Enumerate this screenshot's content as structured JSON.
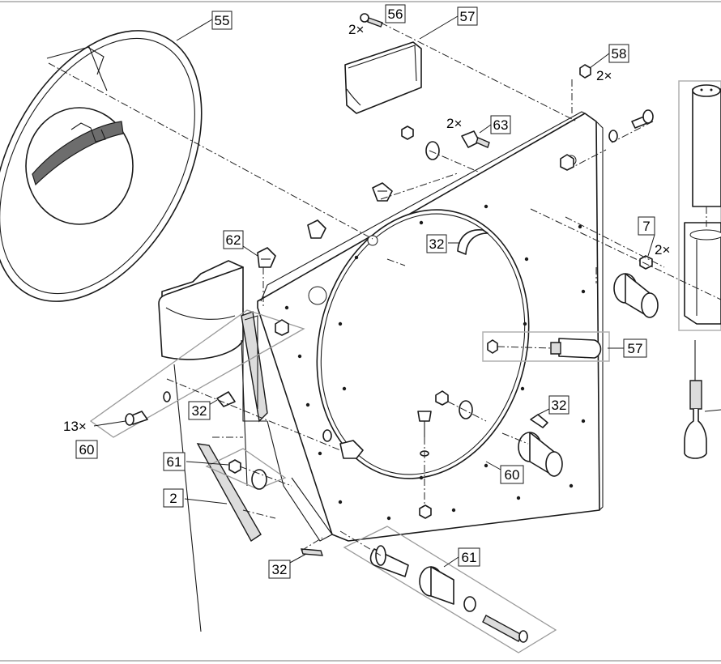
{
  "callouts": {
    "c55": "55",
    "c56": "56",
    "c57a": "57",
    "c58": "58",
    "c63": "63",
    "c7": "7",
    "c62": "62",
    "c32a": "32",
    "c57b": "57",
    "c32b": "32",
    "c32c": "32",
    "c60a": "60",
    "c60b": "60",
    "c61a": "61",
    "c2": "2",
    "c32d": "32",
    "c61b": "61"
  },
  "quantities": {
    "q56": "2×",
    "q58": "2×",
    "q63": "2×",
    "q7": "2×",
    "q60": "13×"
  }
}
